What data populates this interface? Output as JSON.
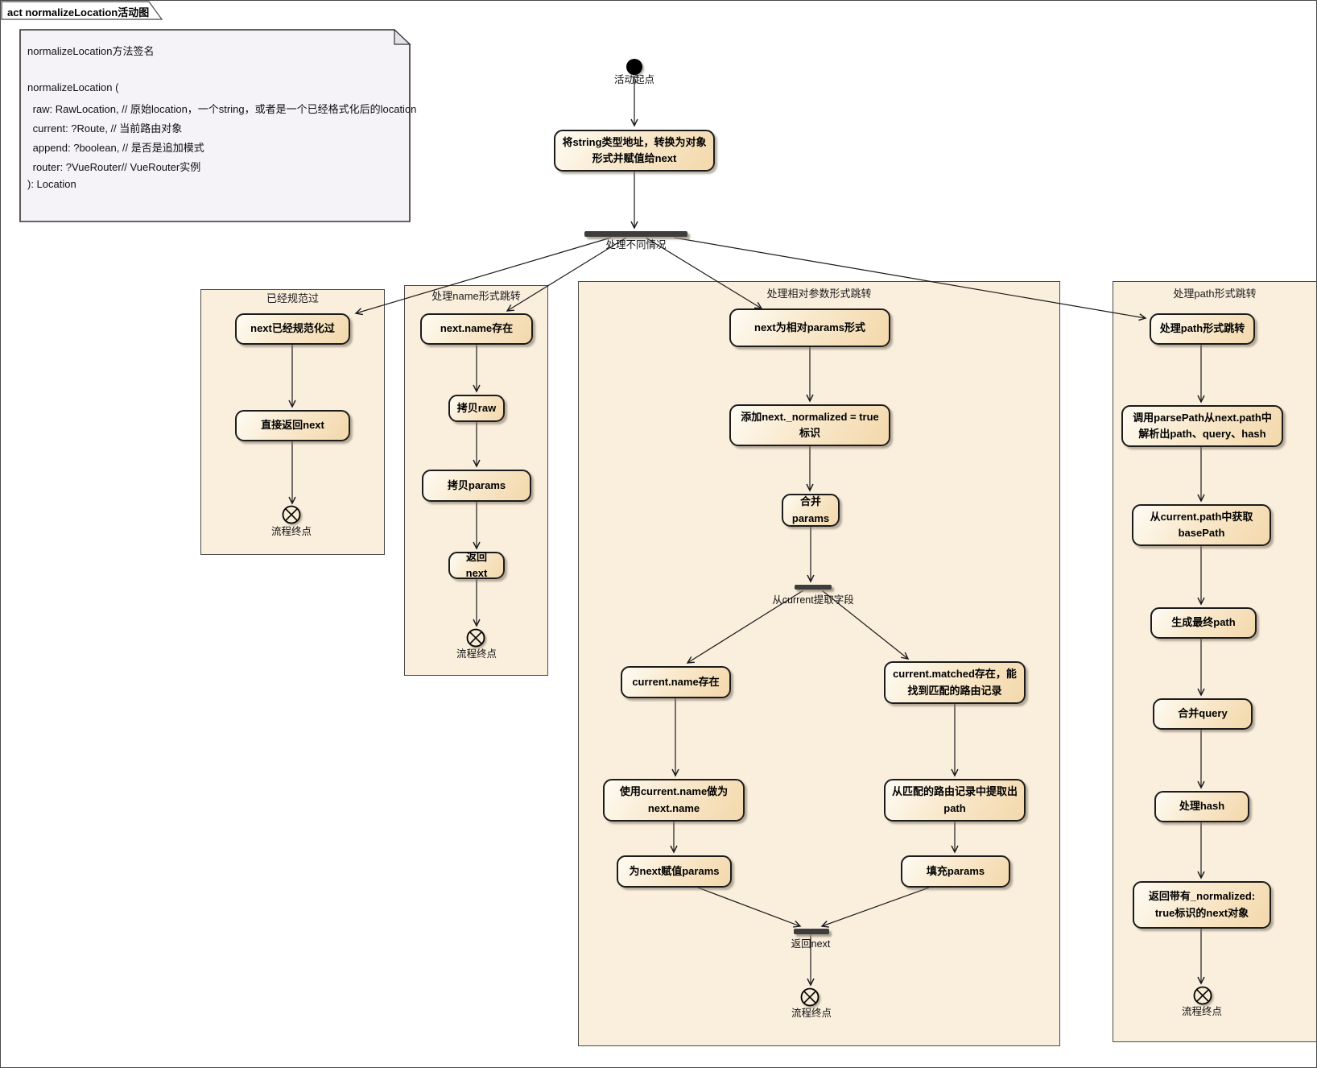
{
  "diagram": {
    "tab_label": "act normalizeLocation活动图",
    "note_lines": [
      "normalizeLocation方法签名",
      "normalizeLocation (",
      " raw: RawLocation, // 原始location，一个string，或者是一个已经格式化后的location",
      " current: ?Route, // 当前路由对象",
      " append: ?boolean, // 是否是追加模式",
      " router: ?VueRouter// VueRouter实例",
      "): Location"
    ],
    "start_label": "活动起点",
    "initial_action": "将string类型地址，转换为对象形式并赋值给next",
    "main_fork_label": "处理不同情况",
    "partitions": [
      {
        "title": "已经规范过",
        "nodes": [
          "next已经规范化过",
          "直接返回next"
        ],
        "end_label": "流程终点"
      },
      {
        "title": "处理name形式跳转",
        "nodes": [
          "next.name存在",
          "拷贝raw",
          "拷贝params",
          "返回next"
        ],
        "end_label": "流程终点"
      },
      {
        "title": "处理相对参数形式跳转",
        "nodes": [
          "next为相对params形式",
          "添加next._normalized = true 标识",
          "合并params"
        ],
        "fork_label": "从current提取字段",
        "branch_left": [
          "current.name存在",
          "使用current.name做为next.name",
          "为next赋值params"
        ],
        "branch_right": [
          "current.matched存在，能找到匹配的路由记录",
          "从匹配的路由记录中提取出path",
          "填充params"
        ],
        "join_label": "返回next",
        "end_label": "流程终点"
      },
      {
        "title": "处理path形式跳转",
        "nodes": [
          "处理path形式跳转",
          "调用parsePath从next.path中解析出path、query、hash",
          "从current.path中获取basePath",
          "生成最终path",
          "合并query",
          "处理hash",
          "返回带有_normalized: true标识的next对象"
        ],
        "end_label": "流程终点"
      }
    ],
    "colors": {
      "partition_fill": "#faeedd",
      "node_fill_light": "#fefcf4",
      "node_fill_dark": "#f3d8ab",
      "node_border": "#1c1c1c",
      "bar_color": "#3d3d3d",
      "note_fill": "#f5f2f8",
      "frame_border": "#4a4a4a"
    }
  }
}
